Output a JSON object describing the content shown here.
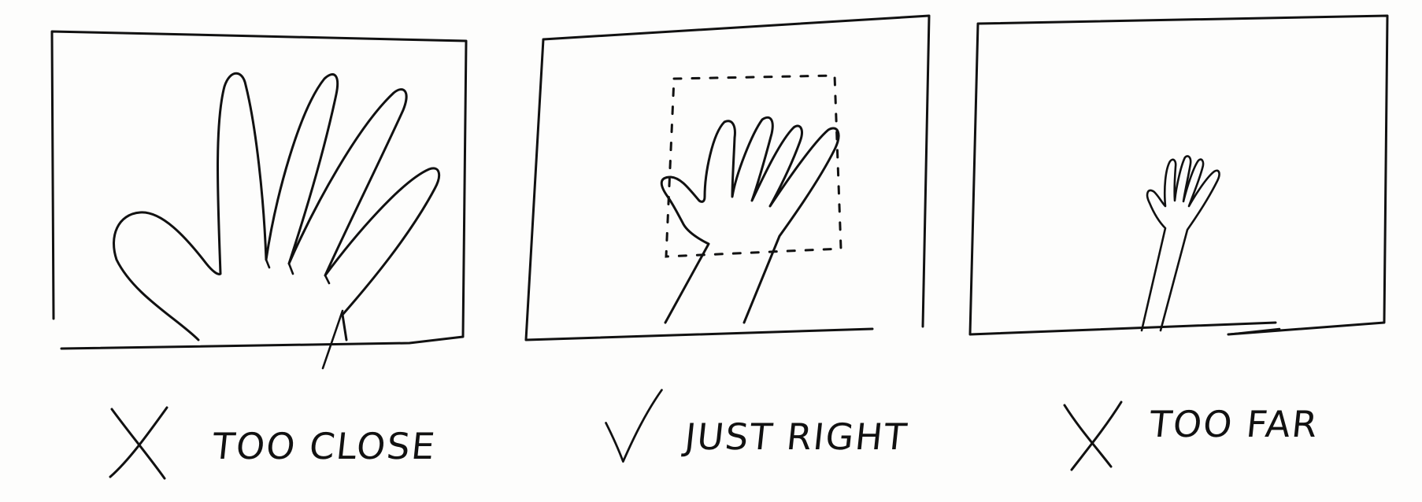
{
  "panels": [
    {
      "id": "too-close",
      "verdict": "cross",
      "caption": "TOO CLOSE"
    },
    {
      "id": "just-right",
      "verdict": "check",
      "caption": "JUST RIGHT"
    },
    {
      "id": "too-far",
      "verdict": "cross",
      "caption": "TOO FAR"
    }
  ],
  "icons": {
    "cross": "cross-mark-icon",
    "check": "check-mark-icon",
    "hand": "hand-sketch-icon"
  },
  "colors": {
    "ink": "#111111",
    "paper": "#fdfdfc"
  }
}
